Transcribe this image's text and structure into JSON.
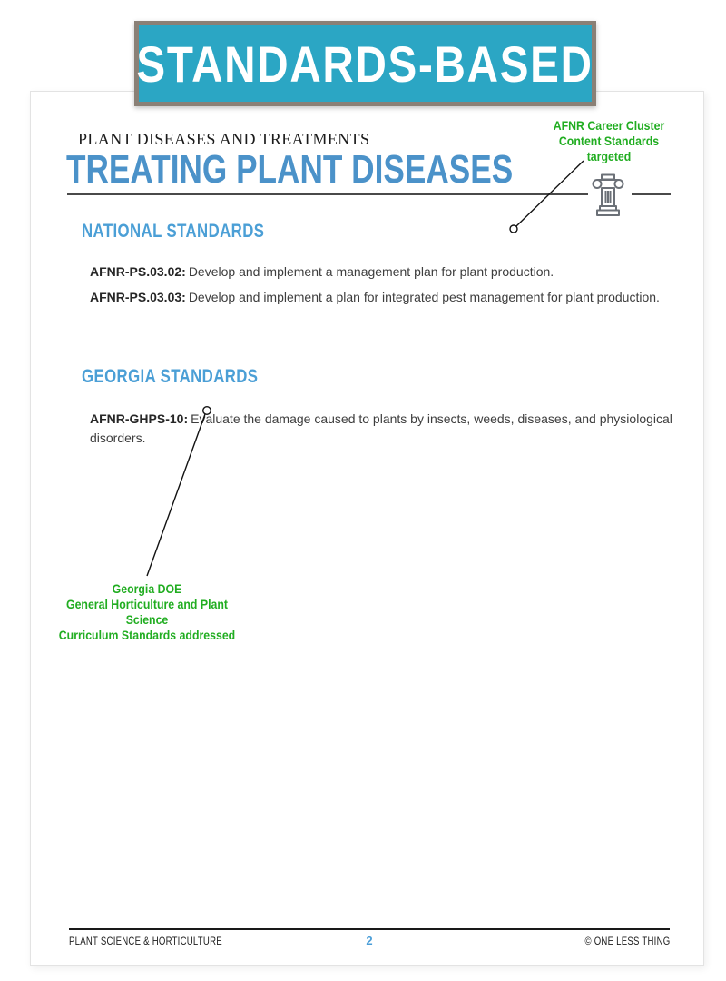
{
  "banner": {
    "label": "STANDARDS-BASED"
  },
  "page": {
    "eyebrow": "PLANT DISEASES AND TREATMENTS",
    "title": "TREATING PLANT DISEASES",
    "sections": {
      "national": {
        "heading": "NATIONAL STANDARDS",
        "standards": [
          {
            "code": "AFNR-PS.03.02:",
            "text": "Develop and implement a management plan for plant production."
          },
          {
            "code": "AFNR-PS.03.03:",
            "text": "Develop and implement a plan for integrated pest management for plant production."
          }
        ]
      },
      "georgia": {
        "heading": "GEORGIA STANDARDS",
        "standards": [
          {
            "code": "AFNR-GHPS-10:",
            "text": "Evaluate the damage caused to plants by insects, weeds, diseases, and physiological disorders."
          }
        ]
      }
    },
    "annotations": {
      "top": "AFNR Career Cluster\nContent Standards\ntargeted",
      "bottom": "Georgia DOE\nGeneral Horticulture and Plant Science\nCurriculum Standards addressed"
    },
    "footer": {
      "left": "PLANT SCIENCE & HORTICULTURE",
      "page_number": "2",
      "right": "© ONE LESS THING"
    },
    "icons": {
      "column": "greek-column-icon"
    },
    "colors": {
      "banner_teal": "#2BA6C4",
      "banner_border": "#8A8076",
      "heading_blue": "#4B97CE",
      "annotation_green": "#21AD21"
    }
  }
}
